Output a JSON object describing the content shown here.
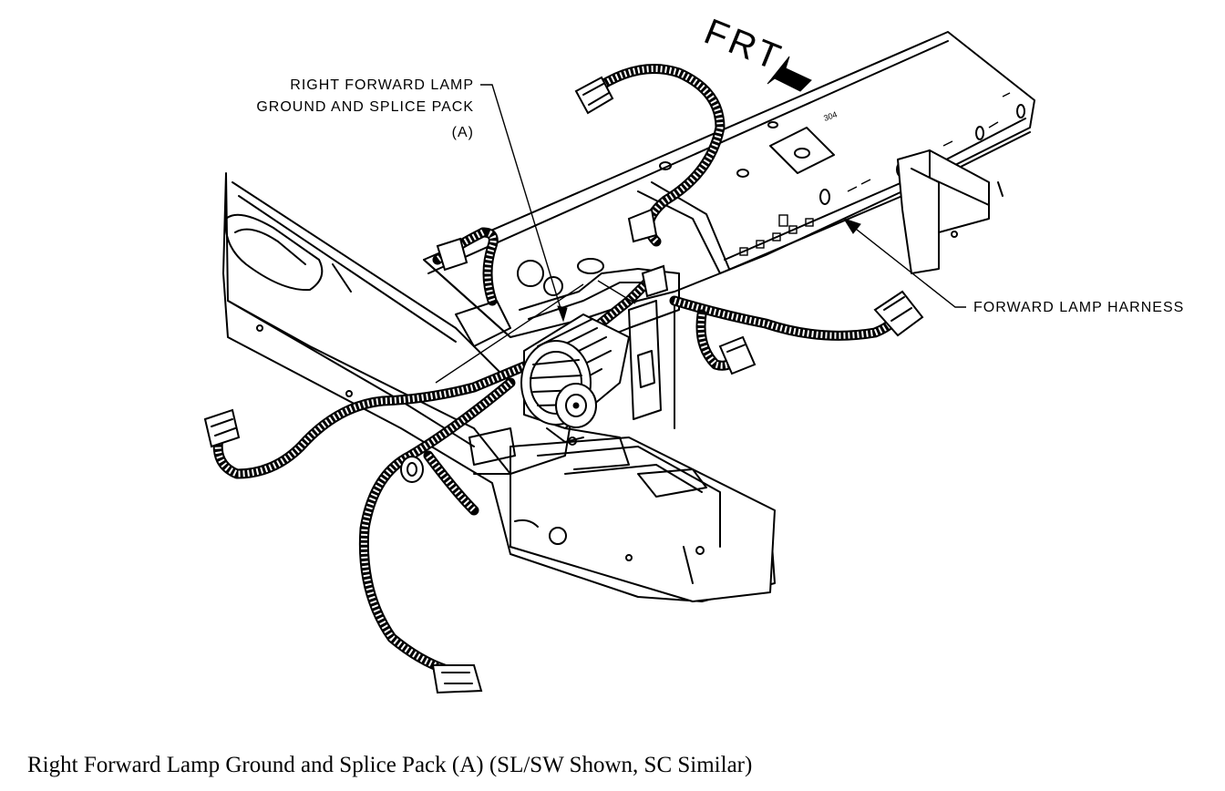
{
  "diagram": {
    "direction_label": "FRT",
    "callouts": {
      "splice_pack_line1": "RIGHT FORWARD LAMP",
      "splice_pack_line2": "GROUND AND SPLICE PACK",
      "splice_pack_line3": "(A)",
      "harness": "FORWARD LAMP HARNESS"
    }
  },
  "caption": "Right Forward Lamp Ground and Splice Pack (A) (SL/SW Shown, SC Similar)"
}
